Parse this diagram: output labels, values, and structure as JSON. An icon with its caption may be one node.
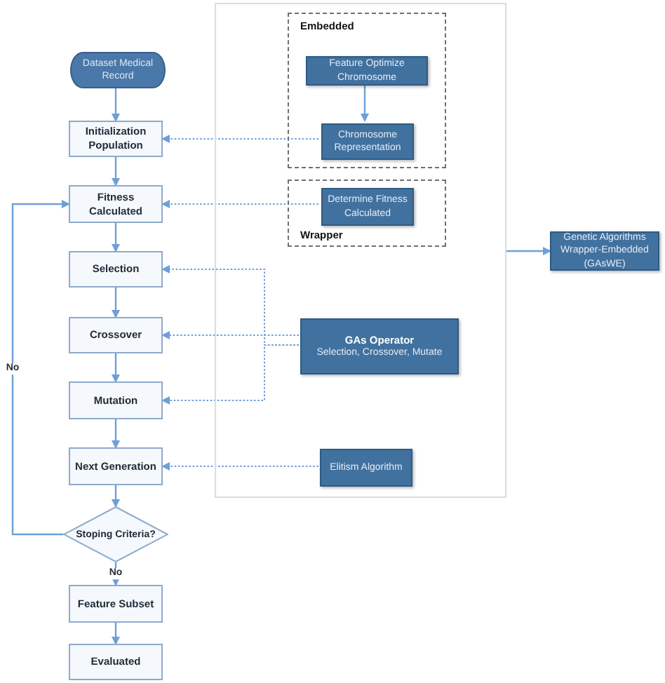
{
  "diagram": {
    "nodes": [
      {
        "text": [
          "Dataset Medical Record"
        ]
      },
      {
        "text": [
          "Initialization Population"
        ]
      },
      {
        "text": [
          "Fitness Calculated"
        ]
      },
      {
        "text": [
          "Selection"
        ]
      },
      {
        "text": [
          "Crossover"
        ]
      },
      {
        "text": [
          "Mutation"
        ]
      },
      {
        "text": [
          "Next Generation"
        ]
      },
      {
        "text": [
          "Stoping Criteria?"
        ]
      },
      {
        "text": [
          "Feature Subset"
        ]
      },
      {
        "text": [
          "Evaluated"
        ]
      },
      {
        "text": [],
        "shape": "box"
      },
      {
        "text": [
          "Embedded"
        ],
        "in": 10
      },
      {
        "text": [
          "Feature Optimize Chromosome"
        ],
        "in": 11
      },
      {
        "text": [
          "Chromosome Representation"
        ],
        "in": 11
      },
      {
        "text": [
          "Wrapper"
        ],
        "in": 10
      },
      {
        "text": [
          "Determine Fitness Calculated"
        ],
        "in": 14
      },
      {
        "text": [
          "GAs Operator",
          "Selection, Crossover, Mutate"
        ],
        "in": 10
      },
      {
        "text": [
          "Elitism Algorithm"
        ],
        "in": 10
      },
      {
        "text": [
          "Genetic Algorithms Wrapper-Embedded (GAsWE)"
        ]
      }
    ],
    "edges": [
      {
        "from": 0,
        "to": 1,
        "arrow": "to"
      },
      {
        "from": 1,
        "to": 2,
        "arrow": "to"
      },
      {
        "from": 2,
        "to": 3,
        "arrow": "to"
      },
      {
        "from": 3,
        "to": 4,
        "arrow": "to"
      },
      {
        "from": 4,
        "to": 5,
        "arrow": "to"
      },
      {
        "from": 5,
        "to": 6,
        "arrow": "to"
      },
      {
        "from": 6,
        "to": 7,
        "arrow": "to"
      },
      {
        "from": 7,
        "to": 8,
        "arrow": "to",
        "label": "No"
      },
      {
        "from": 8,
        "to": 9,
        "arrow": "to"
      },
      {
        "from": 7,
        "to": 2,
        "arrow": "to",
        "label": "No"
      },
      {
        "from": 12,
        "to": 13,
        "arrow": "to"
      },
      {
        "from": 13,
        "to": 1,
        "arrow": "to",
        "style": "dashed"
      },
      {
        "from": 15,
        "to": 2,
        "arrow": "to",
        "style": "dashed"
      },
      {
        "from": 16,
        "to": 3,
        "arrow": "to",
        "style": "dashed"
      },
      {
        "from": 16,
        "to": 4,
        "arrow": "to",
        "style": "dashed"
      },
      {
        "from": 16,
        "to": 5,
        "arrow": "to",
        "style": "dashed"
      },
      {
        "from": 17,
        "to": 6,
        "arrow": "to",
        "style": "dashed"
      },
      {
        "from": 10,
        "to": 18,
        "arrow": "to"
      }
    ]
  }
}
